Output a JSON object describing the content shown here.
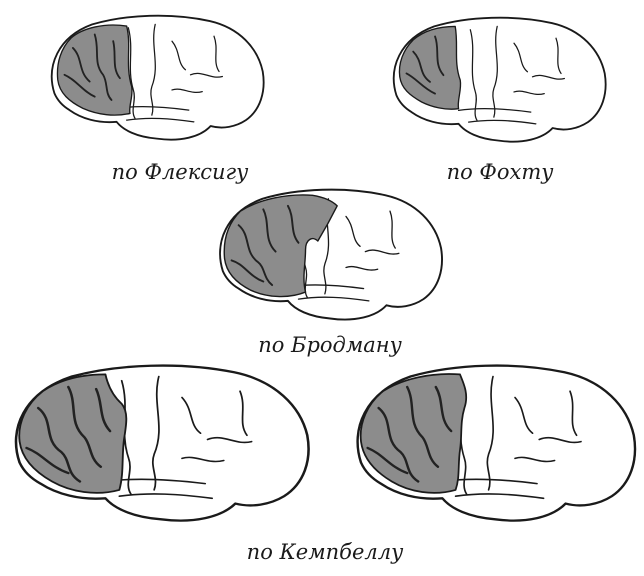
{
  "figure": {
    "captions": {
      "flechsig": "по Флексигу",
      "vogt": "по Фохту",
      "brodmann": "по Бродману",
      "campbell": "по Кемпбеллу"
    },
    "colors": {
      "region_fill": "#8c8c8c",
      "outline": "#1a1a1a",
      "background": "#ffffff"
    }
  }
}
